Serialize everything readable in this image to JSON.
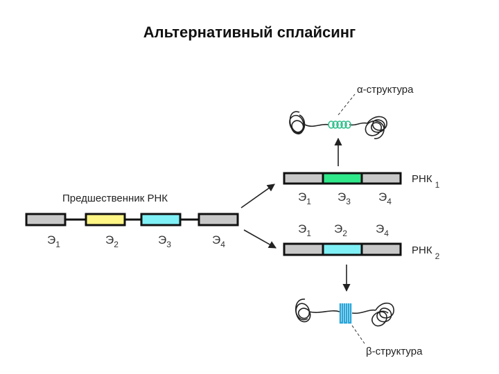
{
  "title": "Альтернативный сплайсинг",
  "precursor": {
    "label": "Предшественник РНК",
    "exons": [
      {
        "letter": "Э",
        "index": "1",
        "color": "#c8c8c8"
      },
      {
        "letter": "Э",
        "index": "2",
        "color": "#fff685"
      },
      {
        "letter": "Э",
        "index": "3",
        "color": "#7ff0f5"
      },
      {
        "letter": "Э",
        "index": "4",
        "color": "#c8c8c8"
      }
    ]
  },
  "rna1": {
    "name": "РНК",
    "index": "1",
    "exons": [
      {
        "letter": "Э",
        "index": "1",
        "color": "#c8c8c8"
      },
      {
        "letter": "Э",
        "index": "3",
        "color": "#2ee88a"
      },
      {
        "letter": "Э",
        "index": "4",
        "color": "#c8c8c8"
      }
    ]
  },
  "rna2": {
    "name": "РНК",
    "index": "2",
    "exons": [
      {
        "letter": "Э",
        "index": "1",
        "color": "#c8c8c8"
      },
      {
        "letter": "Э",
        "index": "2",
        "color": "#7ff0f5"
      },
      {
        "letter": "Э",
        "index": "4",
        "color": "#c8c8c8"
      }
    ]
  },
  "alpha": {
    "label": "α-структура",
    "color": "#2fbf8a"
  },
  "beta": {
    "label": "β-структура",
    "color": "#2aa6d8"
  }
}
